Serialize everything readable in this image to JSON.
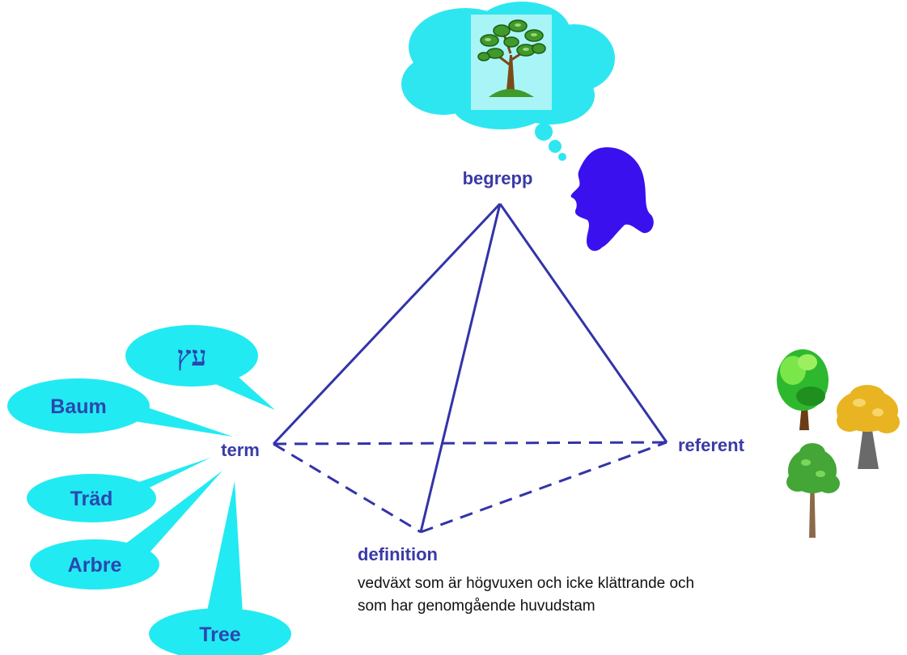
{
  "vertices": {
    "concept": "begrepp",
    "term": "term",
    "referent": "referent",
    "definition": "definition"
  },
  "definition_text": {
    "line1": "vedväxt som är högvuxen och icke klättrande och",
    "line2": "som har genomgående huvudstam"
  },
  "term_bubbles": {
    "hebrew": "עץ",
    "german": "Baum",
    "swedish": "Träd",
    "french": "Arbre",
    "english": "Tree"
  },
  "colors": {
    "line": "#3333aa",
    "label": "#3a3aa8",
    "bubble": "#22eaf2",
    "bubble_text": "#2a47b0",
    "cloud": "#2ee6f0",
    "silhouette": "#3a10ee"
  }
}
